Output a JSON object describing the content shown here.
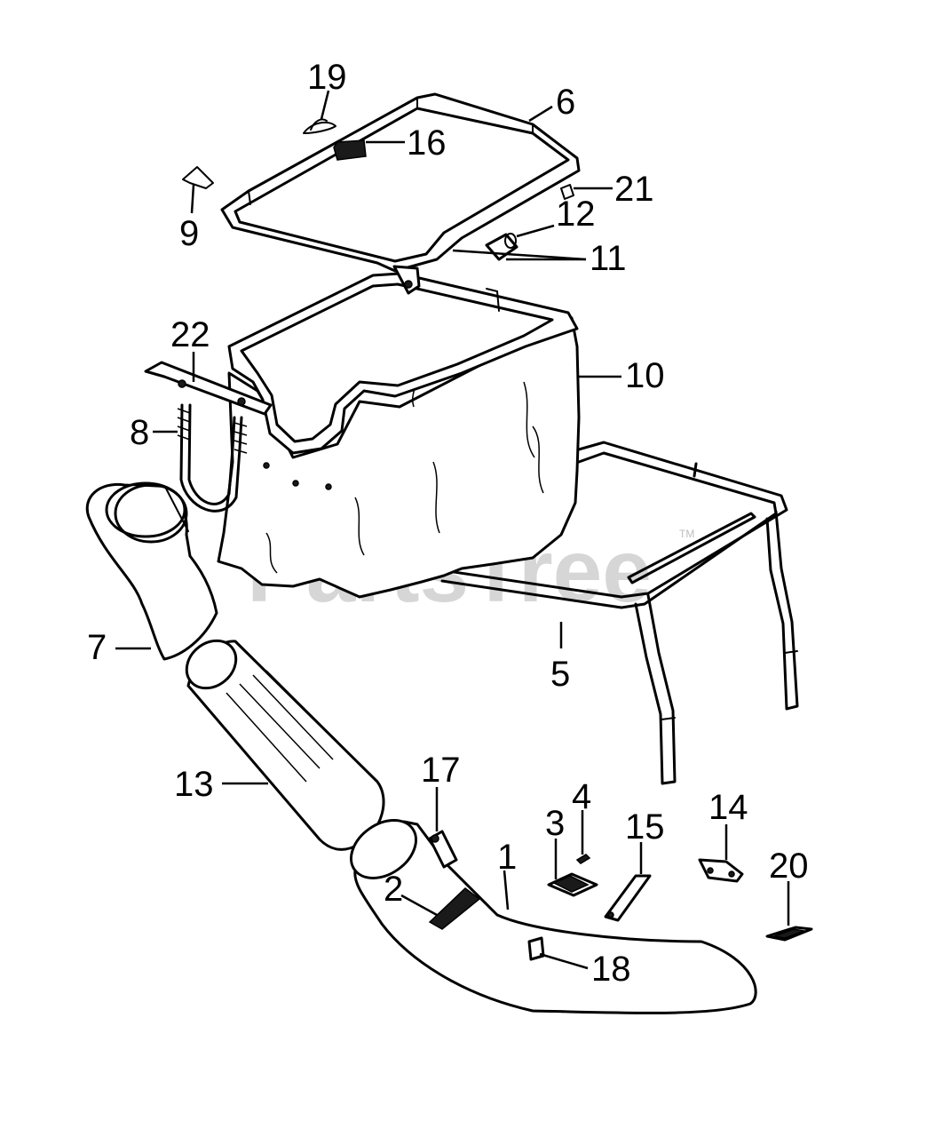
{
  "watermark": {
    "text": "PartsTree",
    "tm": "TM"
  },
  "callouts": {
    "c1": "1",
    "c2": "2",
    "c3": "3",
    "c4": "4",
    "c5": "5",
    "c6": "6",
    "c7": "7",
    "c8": "8",
    "c9": "9",
    "c10": "10",
    "c11": "11",
    "c12": "12",
    "c13": "13",
    "c14": "14",
    "c15": "15",
    "c16": "16",
    "c17": "17",
    "c18": "18",
    "c19": "19",
    "c20": "20",
    "c21": "21",
    "c22": "22"
  }
}
